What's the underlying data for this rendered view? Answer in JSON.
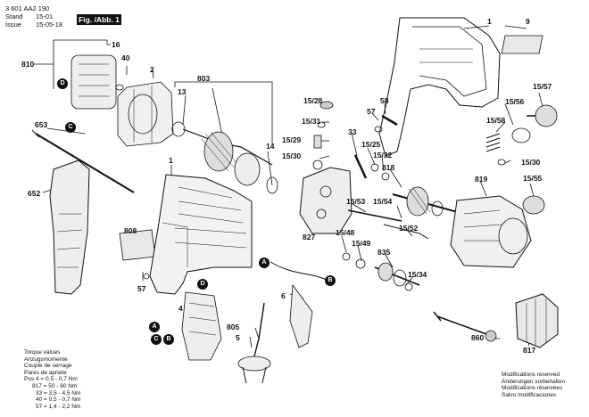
{
  "header": {
    "doc_number": "3 601 AA2 190",
    "stand_label": "Stand",
    "stand_value": "15-01",
    "issue_label": "Issue",
    "issue_value": "15-05-18",
    "fig_label": "Fig. /Abb. 1"
  },
  "part_labels": {
    "p16": "16",
    "p810": "810",
    "p40": "40",
    "p2": "2",
    "p13": "13",
    "p803": "803",
    "p653": "653",
    "p652": "652",
    "p1a": "1",
    "p808": "808",
    "p57a": "57",
    "p4": "4",
    "p805": "805",
    "p5": "5",
    "p6": "6",
    "p14": "14",
    "p1b": "1",
    "p9": "9",
    "p15_28": "15/28",
    "p15_31": "15/31",
    "p15_29": "15/29",
    "p15_30a": "15/30",
    "p58": "58",
    "p57b": "57",
    "p33": "33",
    "p15_25": "15/25",
    "p15_32": "15/32",
    "p827": "827",
    "p15_53": "15/53",
    "p15_54": "15/54",
    "p15_52": "15/52",
    "p15_48": "15/48",
    "p15_49": "15/49",
    "p835": "835",
    "p15_34": "15/34",
    "p818": "818",
    "p819": "819",
    "p15_56": "15/56",
    "p15_57": "15/57",
    "p15_58": "15/58",
    "p15_30b": "15/30",
    "p15_55": "15/55",
    "p860": "860",
    "p817": "817"
  },
  "connectors": {
    "a": "A",
    "b": "B",
    "c": "C",
    "d": "D"
  },
  "torque": {
    "lines": [
      "Torque values",
      "Anzugsmomente",
      "Couple de serrage",
      "Pares de apriete",
      "Pos     4 =   0,5 - 0,7 Nm",
      "817 =   50 - 60 Nm",
      "33 =   3,5 - 4,5 Nm",
      "40 =   0,5 - 0,7 Nm",
      "57 =   1,4 - 2,2 Nm"
    ]
  },
  "modifications": {
    "lines": [
      "Modifications reserved",
      "Änderungen vorbehalten",
      "Modifications réservées",
      "Salvo modificaciones"
    ]
  }
}
